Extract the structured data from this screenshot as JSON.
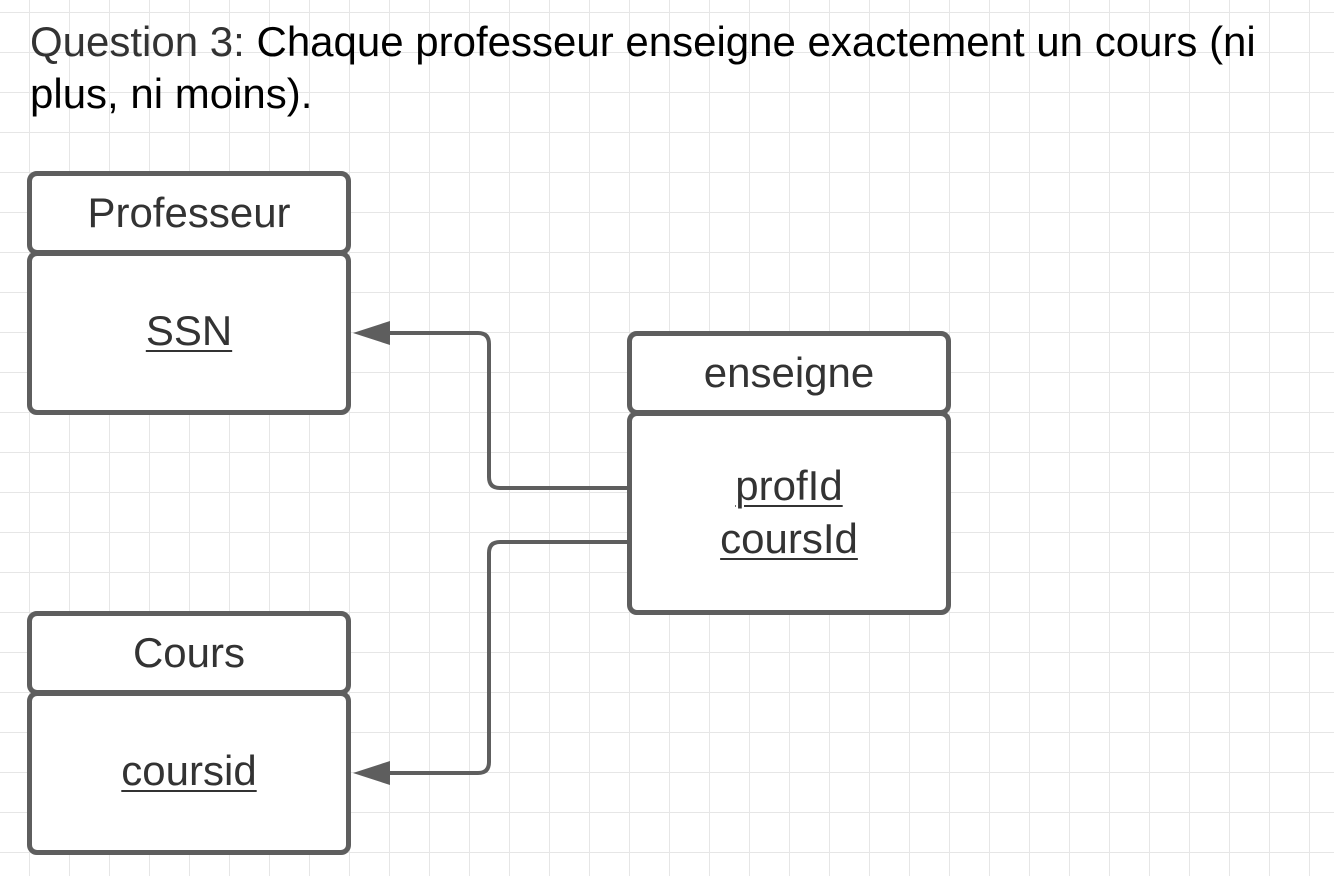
{
  "question": {
    "label": "Question 3:",
    "text": " Chaque professeur enseigne exactement un cours (ni plus, ni moins)."
  },
  "entities": {
    "professeur": {
      "name": "Professeur",
      "attributes": [
        "SSN"
      ]
    },
    "enseigne": {
      "name": "enseigne",
      "attributes": [
        "profId",
        "coursId"
      ]
    },
    "cours": {
      "name": "Cours",
      "attributes": [
        "coursid"
      ]
    }
  },
  "colors": {
    "stroke": "#5e5e5e",
    "text": "#333333",
    "grid": "#e6e6e6"
  }
}
